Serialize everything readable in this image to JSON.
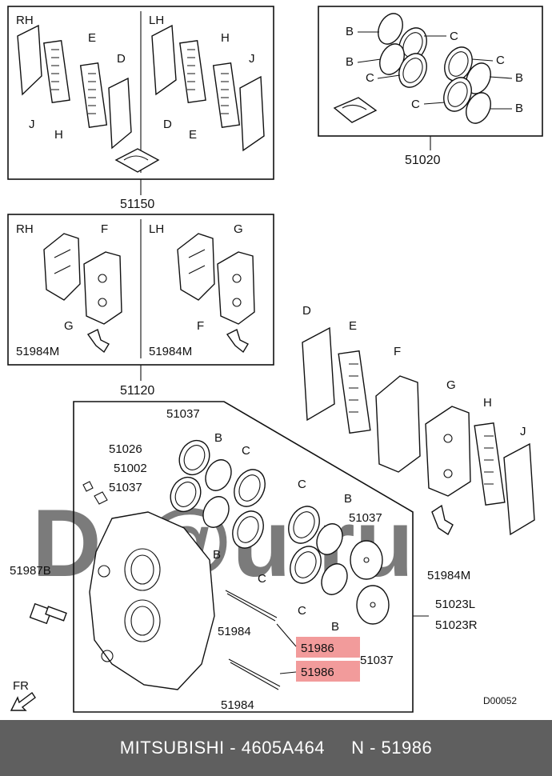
{
  "diagram": {
    "watermark": "Dr@u.ru",
    "box_top_left": {
      "rh": "RH",
      "lh": "LH",
      "labels": [
        "J",
        "H",
        "E",
        "D",
        "D",
        "E",
        "H",
        "J"
      ],
      "part_no": "51150"
    },
    "box_top_right": {
      "labels": [
        "B",
        "C",
        "B",
        "C",
        "C",
        "B",
        "C",
        "B"
      ],
      "part_no": "51020"
    },
    "box_mid": {
      "rh": "RH",
      "lh": "LH",
      "labels": [
        "F",
        "G",
        "G",
        "F"
      ],
      "clip_left": "51984M",
      "clip_right": "51984M",
      "part_no": "51120"
    },
    "exploded": {
      "letters": [
        "D",
        "E",
        "F",
        "G",
        "H",
        "J",
        "B",
        "C",
        "B",
        "C",
        "C",
        "B",
        "C",
        "B"
      ],
      "nos": [
        "51037",
        "51026",
        "51002",
        "51037",
        "51987B",
        "51984",
        "51984",
        "51037",
        "51037",
        "51984M"
      ],
      "caliper_l": "51023L",
      "caliper_r": "51023R",
      "highlight_1": "51986",
      "highlight_2": "51986",
      "fr": "FR",
      "code": "D00052"
    }
  },
  "footer": {
    "brand": "MITSUBISHI",
    "sep": " - ",
    "part": "4605A464",
    "gap": "     ",
    "ref": "N - 51986"
  }
}
